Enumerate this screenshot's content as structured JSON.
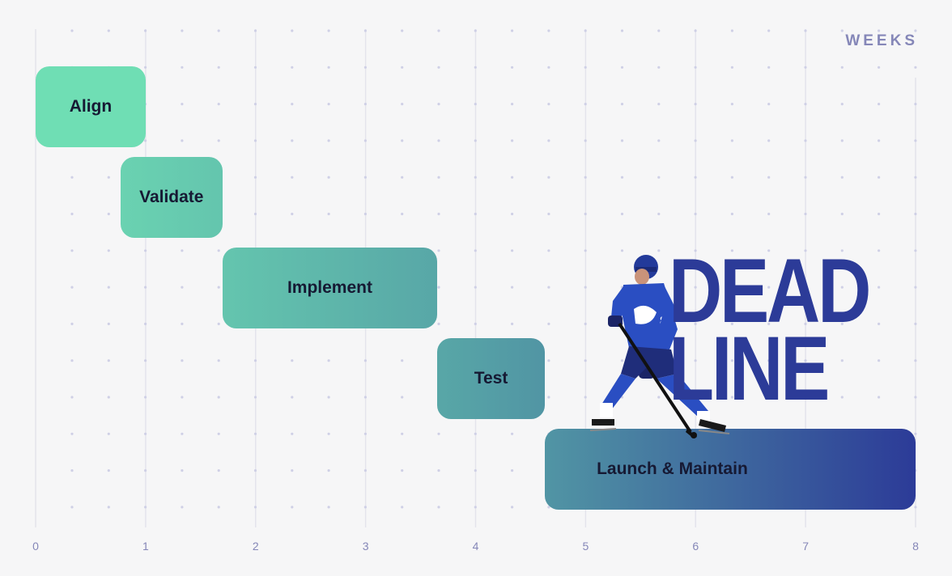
{
  "chart_data": {
    "type": "gantt",
    "unit_label": "WEEKS",
    "x_ticks": [
      "0",
      "1",
      "2",
      "3",
      "4",
      "5",
      "6",
      "7",
      "8"
    ],
    "xlim": [
      0,
      8
    ],
    "grid": true,
    "tasks": [
      {
        "name": "Align",
        "start": 0,
        "end": 1
      },
      {
        "name": "Validate",
        "start": 0.77,
        "end": 1.7
      },
      {
        "name": "Implement",
        "start": 1.7,
        "end": 3.65
      },
      {
        "name": "Test",
        "start": 3.65,
        "end": 4.63
      },
      {
        "name": "Launch & Maintain",
        "start": 4.63,
        "end": 8
      }
    ]
  },
  "graphic": {
    "headline_lines": [
      "DEAD",
      "LINE"
    ],
    "illustration": "hockey-player-skating-icon"
  },
  "colors": {
    "background": "#f6f6f7",
    "grid": "#e4e4ec",
    "dots": "#cfd0e6",
    "axis_text": "#8587b8",
    "bar_light": "#6fdeb4",
    "bar_mid": "#56a2a6",
    "bar_dark": "#2c3b98",
    "text_dark": "#161933"
  }
}
